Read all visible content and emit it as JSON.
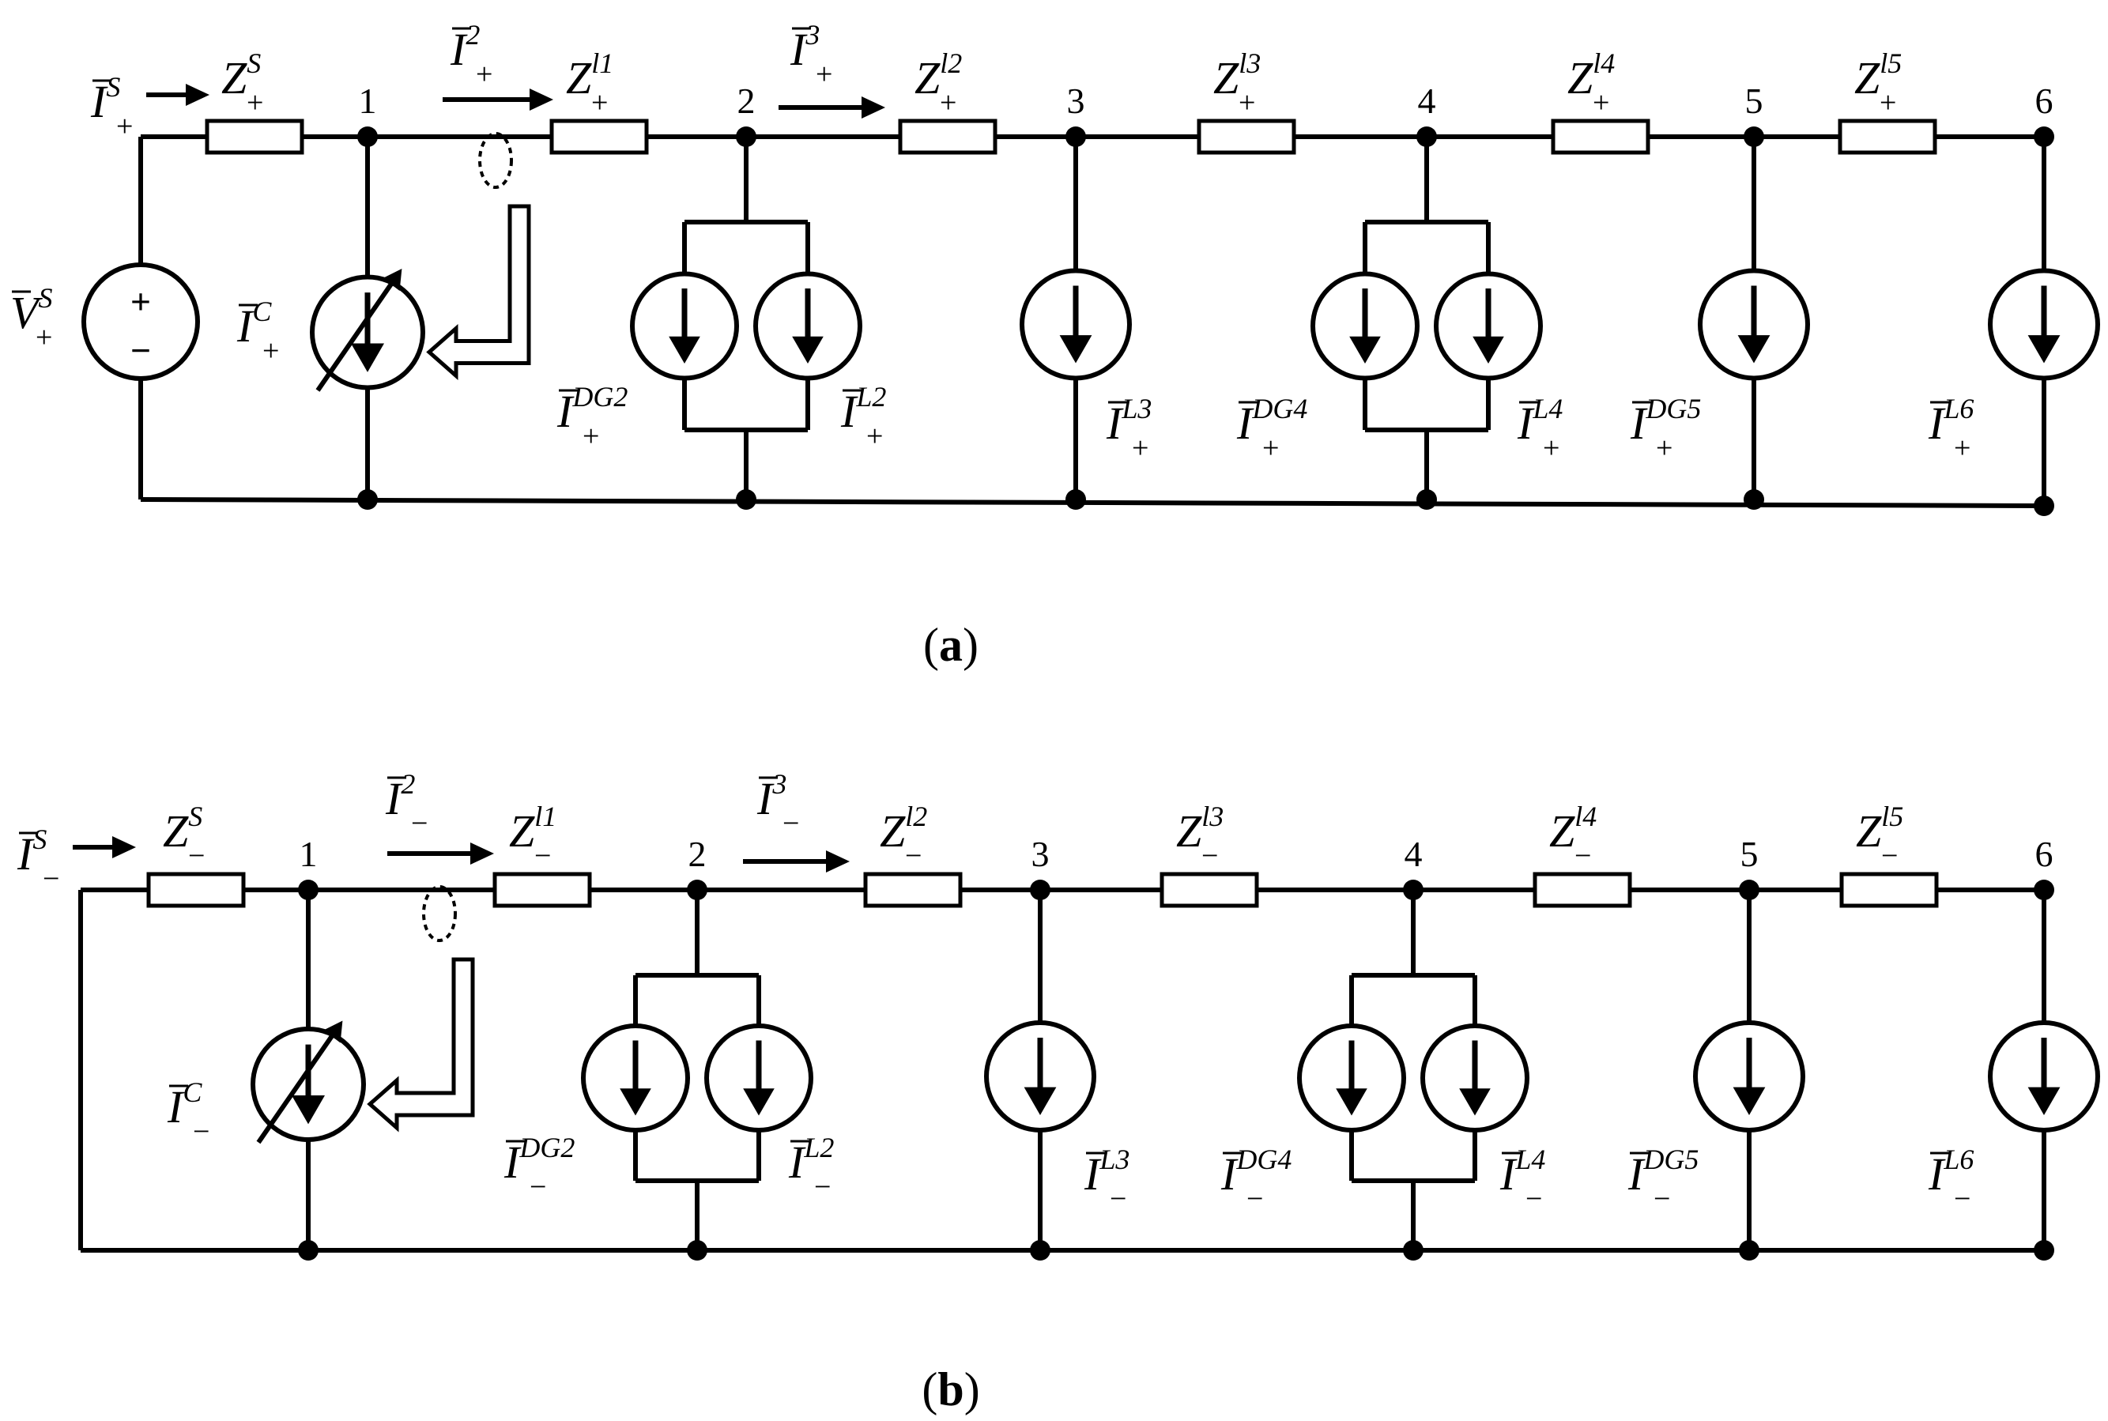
{
  "figure": {
    "panel_a_caption": "(a)",
    "panel_b_caption": "(b)",
    "panel_a_caption_letter": "a",
    "panel_b_caption_letter": "b"
  },
  "nodes": [
    "1",
    "2",
    "3",
    "4",
    "5",
    "6"
  ],
  "panel_a": {
    "sequence_sign": "+",
    "source_current": {
      "base": "I",
      "sup": "S",
      "sub": "+"
    },
    "source_voltage": {
      "base": "V",
      "sup": "S",
      "sub": "+"
    },
    "compensator_current": {
      "base": "I",
      "sup": "C",
      "sub": "+"
    },
    "branch_currents": [
      {
        "base": "I",
        "sup": "2",
        "sub": "+"
      },
      {
        "base": "I",
        "sup": "3",
        "sub": "+"
      }
    ],
    "impedances": [
      {
        "base": "Z",
        "sup": "S",
        "sub": "+"
      },
      {
        "base": "Z",
        "sup": "l1",
        "sub": "+"
      },
      {
        "base": "Z",
        "sup": "l2",
        "sub": "+"
      },
      {
        "base": "Z",
        "sup": "l3",
        "sub": "+"
      },
      {
        "base": "Z",
        "sup": "l4",
        "sub": "+"
      },
      {
        "base": "Z",
        "sup": "l5",
        "sub": "+"
      }
    ],
    "shunt_currents": [
      {
        "base": "I",
        "sup": "DG2",
        "sub": "+"
      },
      {
        "base": "I",
        "sup": "L2",
        "sub": "+"
      },
      {
        "base": "I",
        "sup": "L3",
        "sub": "+"
      },
      {
        "base": "I",
        "sup": "DG4",
        "sub": "+"
      },
      {
        "base": "I",
        "sup": "L4",
        "sub": "+"
      },
      {
        "base": "I",
        "sup": "DG5",
        "sub": "+"
      },
      {
        "base": "I",
        "sup": "L6",
        "sub": "+"
      }
    ],
    "source_polarity": {
      "plus": "+",
      "minus": "−"
    }
  },
  "panel_b": {
    "sequence_sign": "−",
    "source_current": {
      "base": "I",
      "sup": "S",
      "sub": "−"
    },
    "compensator_current": {
      "base": "I",
      "sup": "C",
      "sub": "−"
    },
    "branch_currents": [
      {
        "base": "I",
        "sup": "2",
        "sub": "−"
      },
      {
        "base": "I",
        "sup": "3",
        "sub": "−"
      }
    ],
    "impedances": [
      {
        "base": "Z",
        "sup": "S",
        "sub": "−"
      },
      {
        "base": "Z",
        "sup": "l1",
        "sub": "−"
      },
      {
        "base": "Z",
        "sup": "l2",
        "sub": "−"
      },
      {
        "base": "Z",
        "sup": "l3",
        "sub": "−"
      },
      {
        "base": "Z",
        "sup": "l4",
        "sub": "−"
      },
      {
        "base": "Z",
        "sup": "l5",
        "sub": "−"
      }
    ],
    "shunt_currents": [
      {
        "base": "I",
        "sup": "DG2",
        "sub": "−"
      },
      {
        "base": "I",
        "sup": "L2",
        "sub": "−"
      },
      {
        "base": "I",
        "sup": "L3",
        "sub": "−"
      },
      {
        "base": "I",
        "sup": "DG4",
        "sub": "−"
      },
      {
        "base": "I",
        "sup": "L4",
        "sub": "−"
      },
      {
        "base": "I",
        "sup": "DG5",
        "sub": "−"
      },
      {
        "base": "I",
        "sup": "L6",
        "sub": "−"
      }
    ]
  },
  "colors": {
    "line": "#000000",
    "background": "#ffffff"
  }
}
